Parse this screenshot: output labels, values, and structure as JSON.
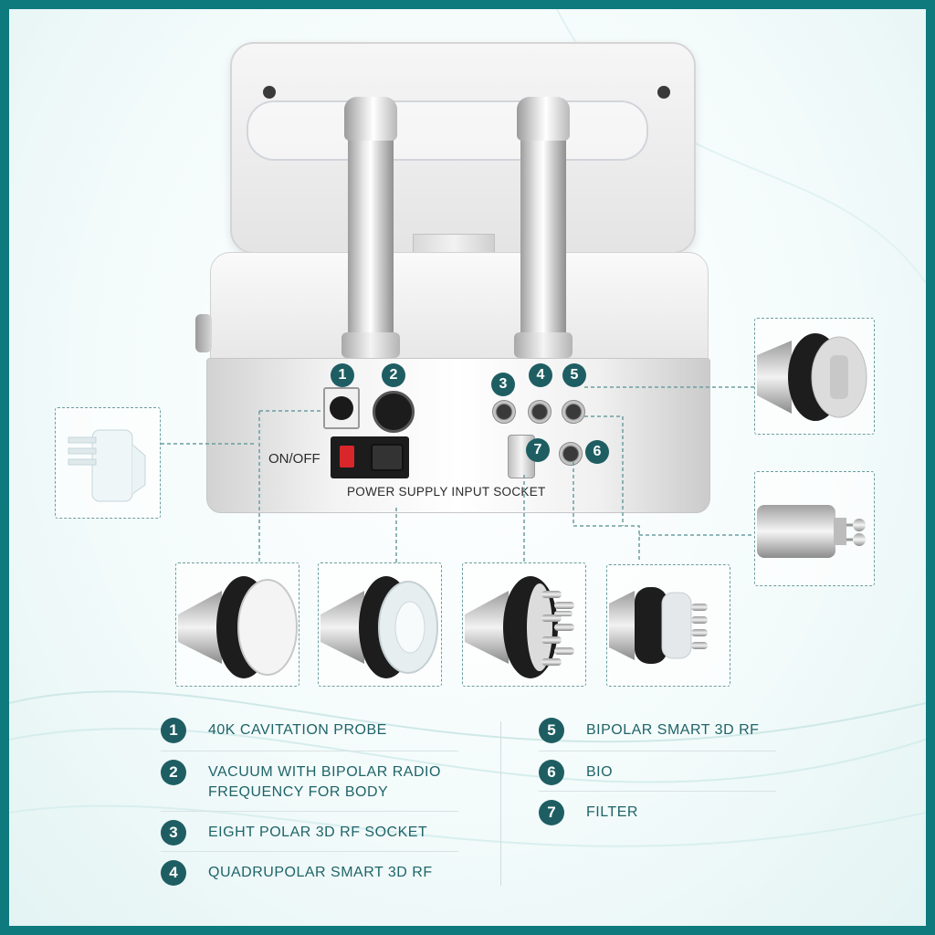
{
  "device": {
    "on_off_label": "ON/OFF",
    "power_socket_label": "POWER SUPPLY INPUT SOCKET",
    "socket_numbers": [
      "1",
      "2",
      "3",
      "4",
      "5",
      "7",
      "6"
    ]
  },
  "legend": {
    "items": [
      {
        "number": "1",
        "label": "40K CAVITATION PROBE"
      },
      {
        "number": "2",
        "label": "VACUUM WITH BIPOLAR RADIO",
        "label_line2": "FREQUENCY FOR BODY"
      },
      {
        "number": "3",
        "label": "EIGHT POLAR 3D RF SOCKET"
      },
      {
        "number": "4",
        "label": "QUADRUPOLAR SMART 3D RF"
      },
      {
        "number": "5",
        "label": "BIPOLAR SMART 3D RF"
      },
      {
        "number": "6",
        "label": "BIO"
      },
      {
        "number": "7",
        "label": "FILTER"
      }
    ]
  },
  "colors": {
    "border": "#0e7a7e",
    "badge": "#1e5e63",
    "legend_text": "#1f6468",
    "dashed": "#6b9ea0"
  }
}
